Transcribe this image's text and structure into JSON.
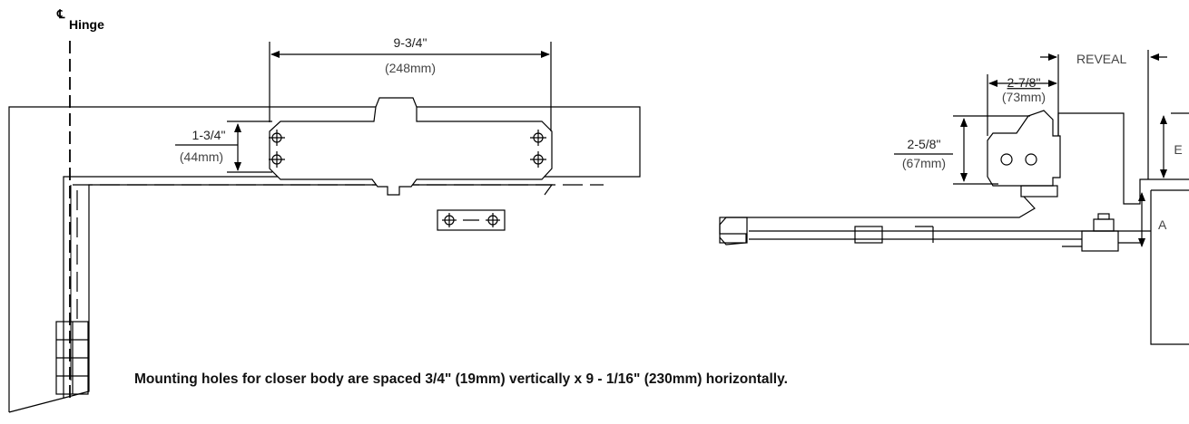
{
  "hinge": {
    "cl_mark": "℄",
    "label": "Hinge"
  },
  "dimensions": {
    "width_in": "9-3/4\"",
    "width_mm": "(248mm)",
    "height_in": "1-3/4\"",
    "height_mm": "(44mm)",
    "side_width_in": "2-7/8\"",
    "side_width_mm": "(73mm)",
    "side_height_in": "2-5/8\"",
    "side_height_mm": "(67mm)",
    "reveal": "REVEAL",
    "e_label": "E",
    "a_label": "A"
  },
  "caption": "Mounting holes for closer body are spaced 3/4\" (19mm) vertically x 9 - 1/16\" (230mm) horizontally."
}
